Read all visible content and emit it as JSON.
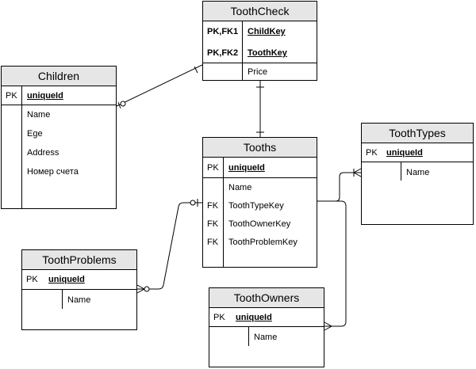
{
  "entities": {
    "tooth_check": {
      "name": "ToothCheck",
      "rows": [
        {
          "key": "PK,FK1",
          "field": "ChildKey"
        },
        {
          "key": "PK,FK2",
          "field": "ToothKey"
        }
      ],
      "fields": [
        "Price"
      ]
    },
    "children": {
      "name": "Children",
      "pk_label": "PK",
      "pk_field": "uniqueId",
      "fields": [
        "Name",
        "Ege",
        "Address",
        "Номер счета"
      ]
    },
    "tooths": {
      "name": "Tooths",
      "pk_label": "PK",
      "pk_field": "uniqueId",
      "fields": [
        {
          "key": "",
          "field": "Name"
        },
        {
          "key": "FK",
          "field": "ToothTypeKey"
        },
        {
          "key": "FK",
          "field": "ToothOwnerKey"
        },
        {
          "key": "FK",
          "field": "ToothProblemKey"
        }
      ]
    },
    "tooth_types": {
      "name": "ToothTypes",
      "pk_label": "PK",
      "pk_field": "uniqueId",
      "fields": [
        "Name"
      ]
    },
    "tooth_problems": {
      "name": "ToothProblems",
      "pk_label": "PK",
      "pk_field": "uniqueId",
      "fields": [
        "Name"
      ]
    },
    "tooth_owners": {
      "name": "ToothOwners",
      "pk_label": "PK",
      "pk_field": "uniqueId",
      "fields": [
        "Name"
      ]
    }
  },
  "colors": {
    "header_fill": "#e6e6e6",
    "stroke": "#000000"
  }
}
